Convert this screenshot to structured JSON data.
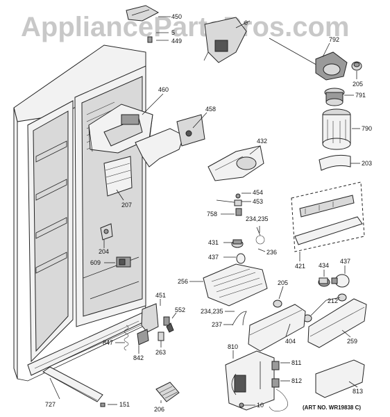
{
  "watermark": "AppliancePartsPros.com",
  "art_number": "(ART NO. WR19838 C)",
  "labels": [
    {
      "id": "450",
      "text": "450"
    },
    {
      "id": "5xx",
      "text": "5"
    },
    {
      "id": "449",
      "text": "449"
    },
    {
      "id": "xx0",
      "text": "0"
    },
    {
      "id": "792",
      "text": "792"
    },
    {
      "id": "205a",
      "text": "205"
    },
    {
      "id": "791",
      "text": "791"
    },
    {
      "id": "790",
      "text": "790"
    },
    {
      "id": "203",
      "text": "203"
    },
    {
      "id": "460",
      "text": "460"
    },
    {
      "id": "458",
      "text": "458"
    },
    {
      "id": "432",
      "text": "432"
    },
    {
      "id": "207",
      "text": "207"
    },
    {
      "id": "454",
      "text": "454"
    },
    {
      "id": "453",
      "text": "453"
    },
    {
      "id": "758",
      "text": "758"
    },
    {
      "id": "234a",
      "text": "234,235"
    },
    {
      "id": "204",
      "text": "204"
    },
    {
      "id": "431",
      "text": "431"
    },
    {
      "id": "236",
      "text": "236"
    },
    {
      "id": "437a",
      "text": "437"
    },
    {
      "id": "609",
      "text": "609"
    },
    {
      "id": "421",
      "text": "421"
    },
    {
      "id": "434",
      "text": "434"
    },
    {
      "id": "437b",
      "text": "437"
    },
    {
      "id": "256",
      "text": "256"
    },
    {
      "id": "205b",
      "text": "205"
    },
    {
      "id": "212",
      "text": "212"
    },
    {
      "id": "451",
      "text": "451"
    },
    {
      "id": "552",
      "text": "552"
    },
    {
      "id": "234b",
      "text": "234,235"
    },
    {
      "id": "237",
      "text": "237"
    },
    {
      "id": "404",
      "text": "404"
    },
    {
      "id": "259",
      "text": "259"
    },
    {
      "id": "847",
      "text": "847"
    },
    {
      "id": "842",
      "text": "842"
    },
    {
      "id": "263",
      "text": "263"
    },
    {
      "id": "810",
      "text": "810"
    },
    {
      "id": "811",
      "text": "811"
    },
    {
      "id": "812",
      "text": "812"
    },
    {
      "id": "727",
      "text": "727"
    },
    {
      "id": "151",
      "text": "151"
    },
    {
      "id": "206",
      "text": "206"
    },
    {
      "id": "10",
      "text": "10"
    },
    {
      "id": "813",
      "text": "813"
    }
  ]
}
